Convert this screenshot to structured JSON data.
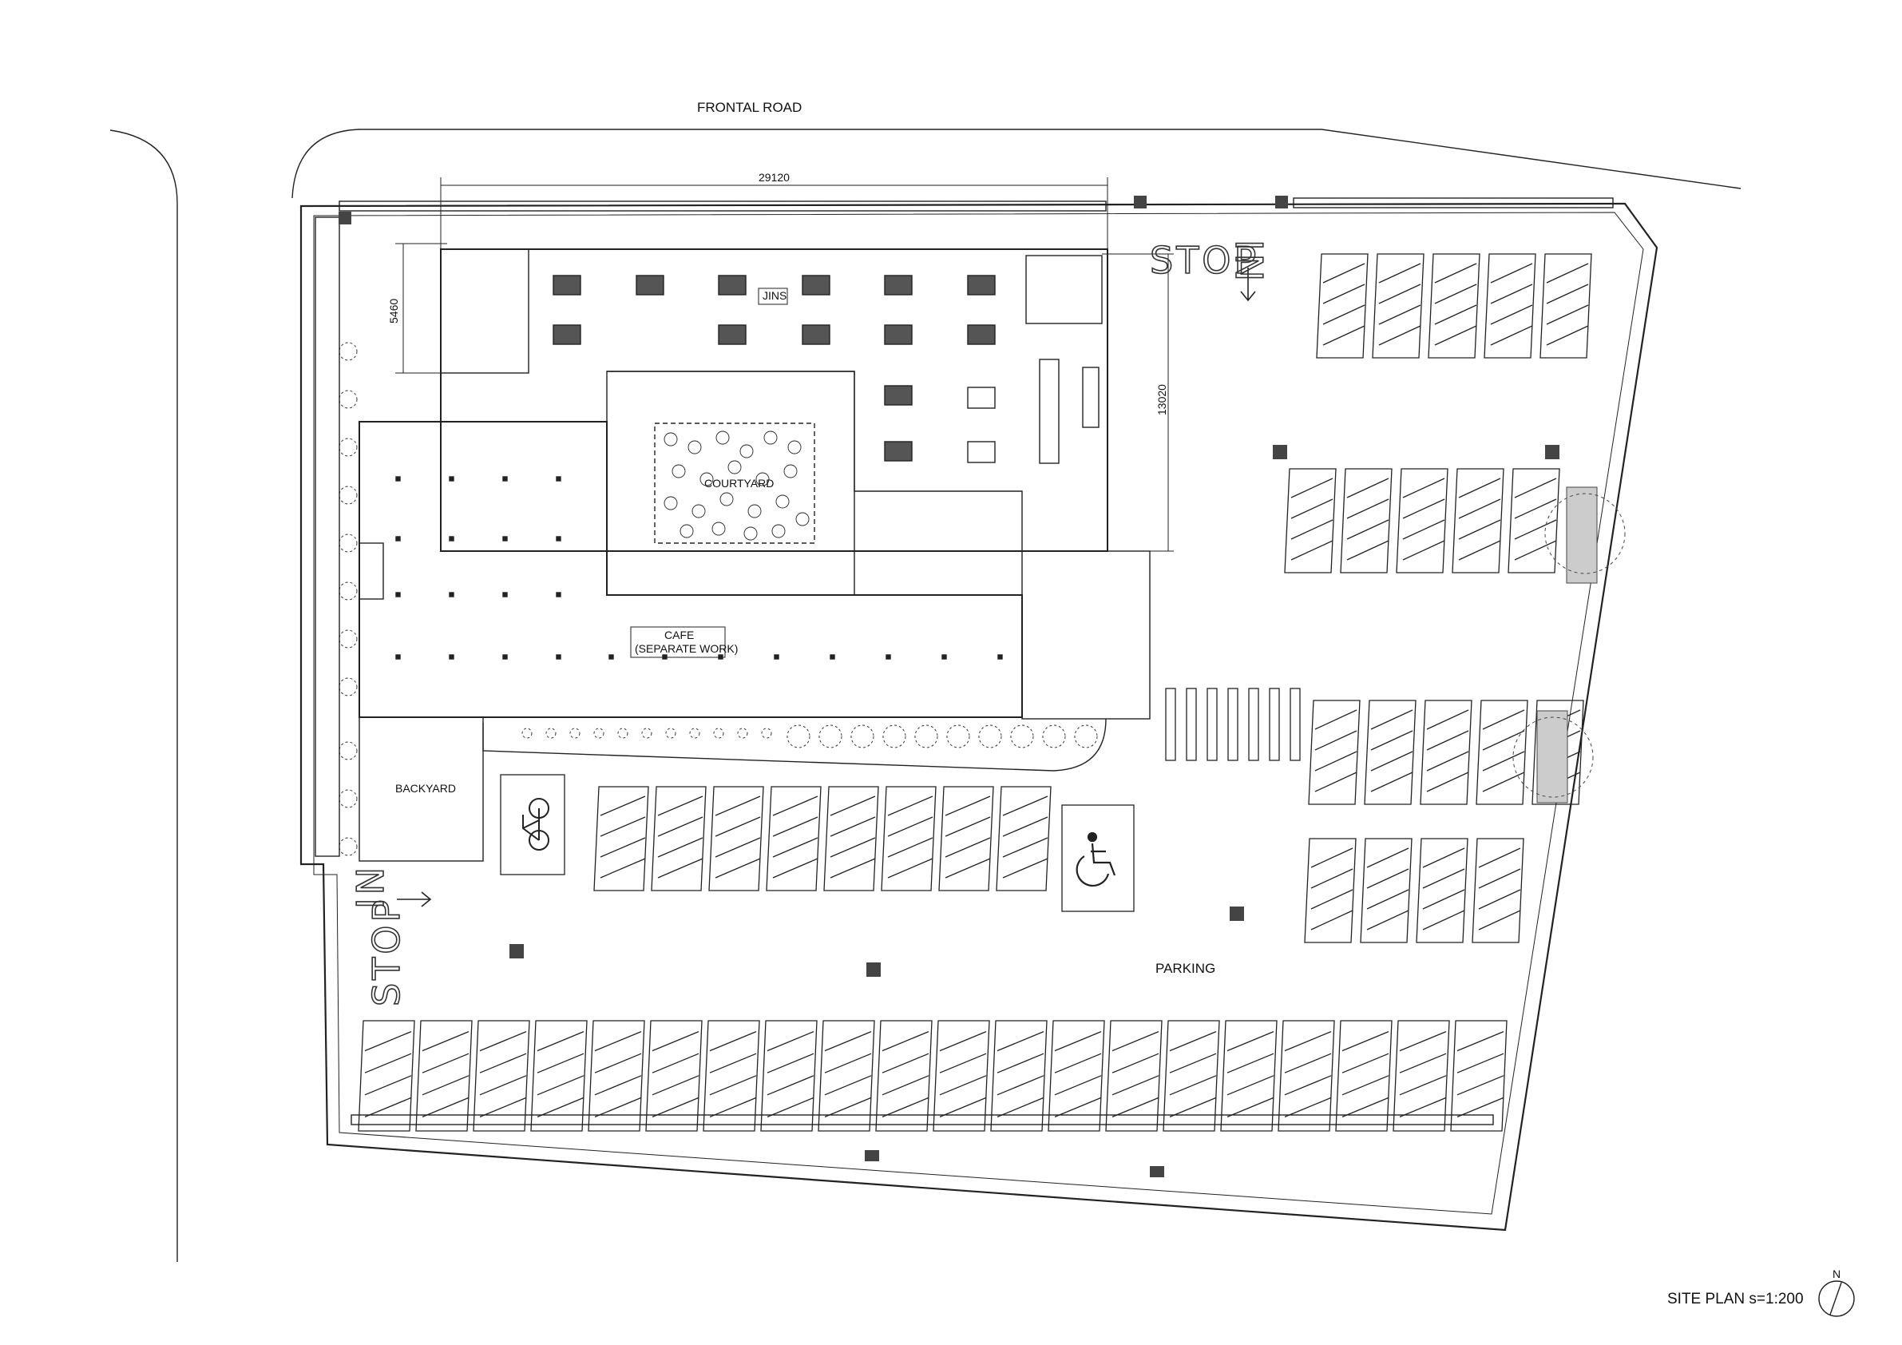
{
  "labels": {
    "road": "FRONTAL ROAD",
    "shop": "JINS",
    "courtyard": "COURTYARD",
    "cafe_line1": "CAFE",
    "cafe_line2": "(SEPARATE WORK)",
    "backyard": "BACKYARD",
    "parking": "PARKING",
    "stop": "STOP",
    "in": "IN"
  },
  "dimensions": {
    "top": "29120",
    "left": "5460",
    "right": "13020"
  },
  "caption": {
    "title": "SITE PLAN s=1:200",
    "north": "N"
  },
  "icons": [
    "bicycle-icon",
    "wheelchair-icon",
    "north-arrow-icon",
    "arrow-down-icon",
    "arrow-right-icon"
  ],
  "colors": {
    "line": "#222222",
    "hatch": "#cccccc"
  }
}
